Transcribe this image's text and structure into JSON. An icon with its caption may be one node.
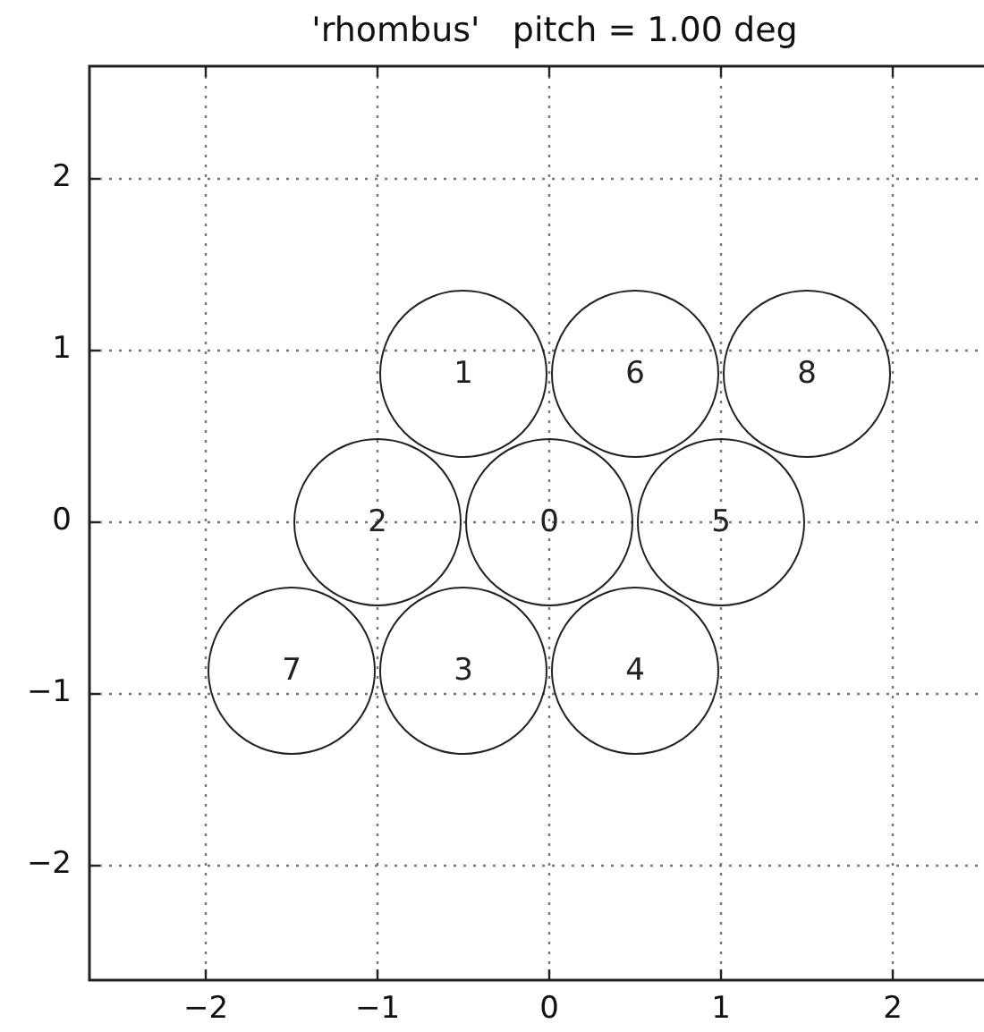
{
  "diagram": {
    "title": "'rhombus'   pitch = 1.00 deg",
    "nodes": [
      {
        "text": [
          "1"
        ]
      },
      {
        "text": [
          "6"
        ]
      },
      {
        "text": [
          "8"
        ]
      },
      {
        "text": [
          "2"
        ]
      },
      {
        "text": [
          "0"
        ]
      },
      {
        "text": [
          "5"
        ]
      },
      {
        "text": [
          "7"
        ]
      },
      {
        "text": [
          "3"
        ]
      },
      {
        "text": [
          "4"
        ]
      }
    ],
    "labels": [
      "2",
      "1",
      "0",
      "−1",
      "−2",
      "−2",
      "−1",
      "0",
      "1",
      "2"
    ]
  }
}
